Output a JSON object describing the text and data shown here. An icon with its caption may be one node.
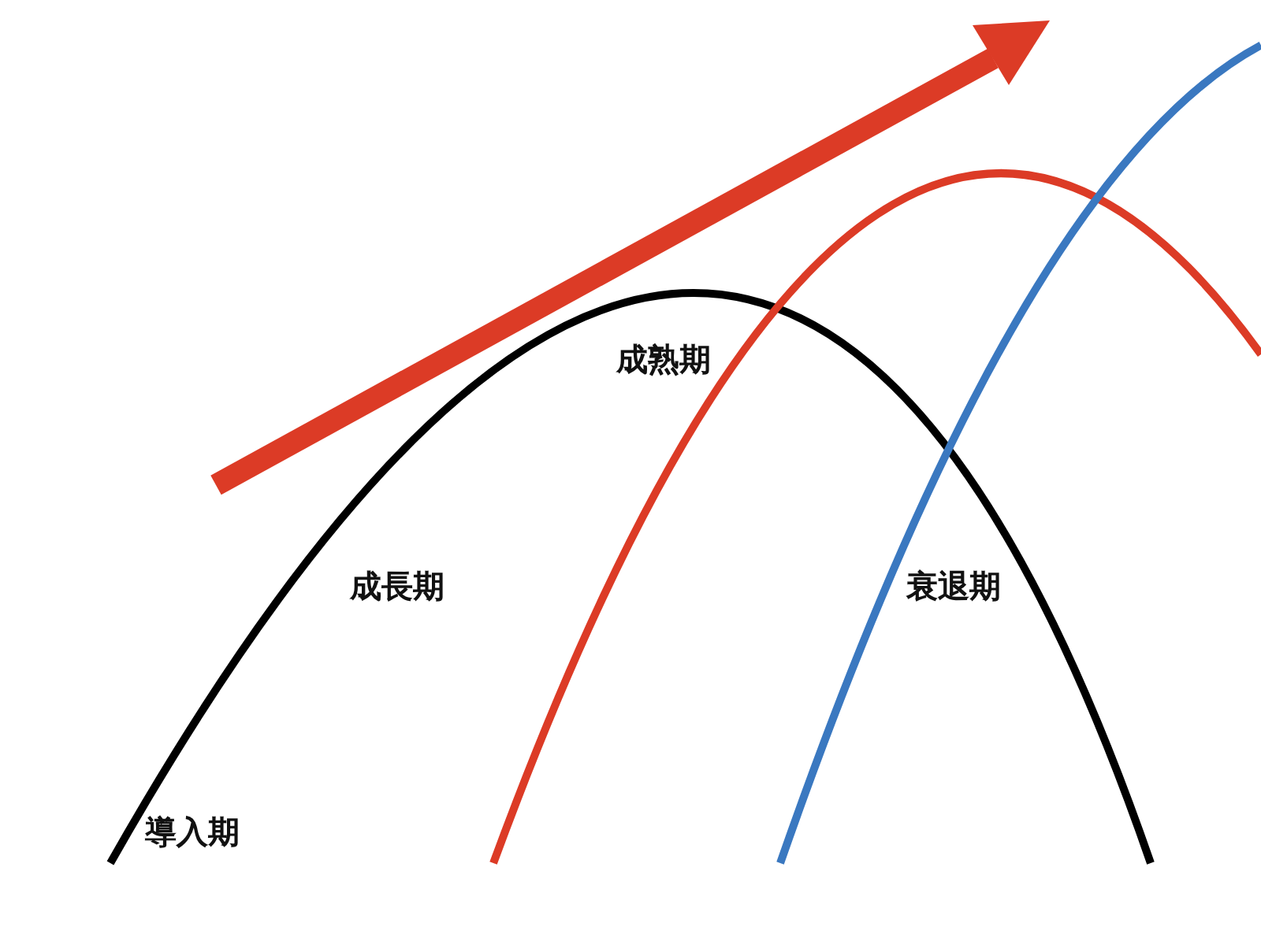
{
  "diagram": {
    "labels": [
      "成熟期",
      "成長期",
      "衰退期",
      "導入期"
    ]
  }
}
